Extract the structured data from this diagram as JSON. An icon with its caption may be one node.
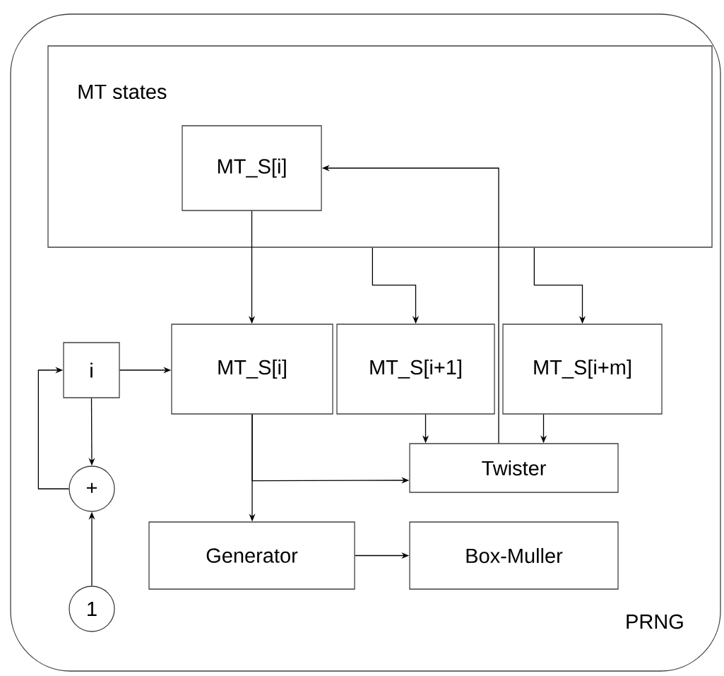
{
  "diagram": {
    "nodes": [
      {
        "text": [
          "PRNG"
        ]
      },
      {
        "text": [
          "MT states"
        ],
        "in": 0
      },
      {
        "text": [
          "MT_S[i]"
        ],
        "in": 1
      },
      {
        "text": [
          "i"
        ],
        "in": 0
      },
      {
        "text": [
          "MT_S[i]"
        ],
        "in": 0
      },
      {
        "text": [
          "MT_S[i+1]"
        ],
        "in": 0
      },
      {
        "text": [
          "MT_S[i+m]"
        ],
        "in": 0
      },
      {
        "text": [
          "Twister"
        ],
        "in": 0
      },
      {
        "text": [
          "Generator"
        ],
        "in": 0
      },
      {
        "text": [
          "Box-Muller"
        ],
        "in": 0
      },
      {
        "text": [
          "+"
        ],
        "in": 0
      },
      {
        "text": [
          "1"
        ],
        "in": 0
      }
    ],
    "edges": [
      {
        "from": 2,
        "to": 4,
        "arrow": "to"
      },
      {
        "from": 1,
        "to": 5,
        "arrow": "to"
      },
      {
        "from": 1,
        "to": 6,
        "arrow": "to"
      },
      {
        "from": 3,
        "to": 4,
        "arrow": "to"
      },
      {
        "from": 3,
        "to": 10,
        "arrow": "to"
      },
      {
        "from": 10,
        "to": 3,
        "arrow": "to"
      },
      {
        "from": 11,
        "to": 10,
        "arrow": "to"
      },
      {
        "from": 5,
        "to": 7,
        "arrow": "to"
      },
      {
        "from": 6,
        "to": 7,
        "arrow": "to"
      },
      {
        "from": 7,
        "to": 2,
        "arrow": "to"
      },
      {
        "from": 4,
        "to": 8,
        "arrow": "to"
      },
      {
        "from": 4,
        "to": 7,
        "arrow": "to"
      },
      {
        "from": 8,
        "to": 9,
        "arrow": "to"
      }
    ]
  }
}
